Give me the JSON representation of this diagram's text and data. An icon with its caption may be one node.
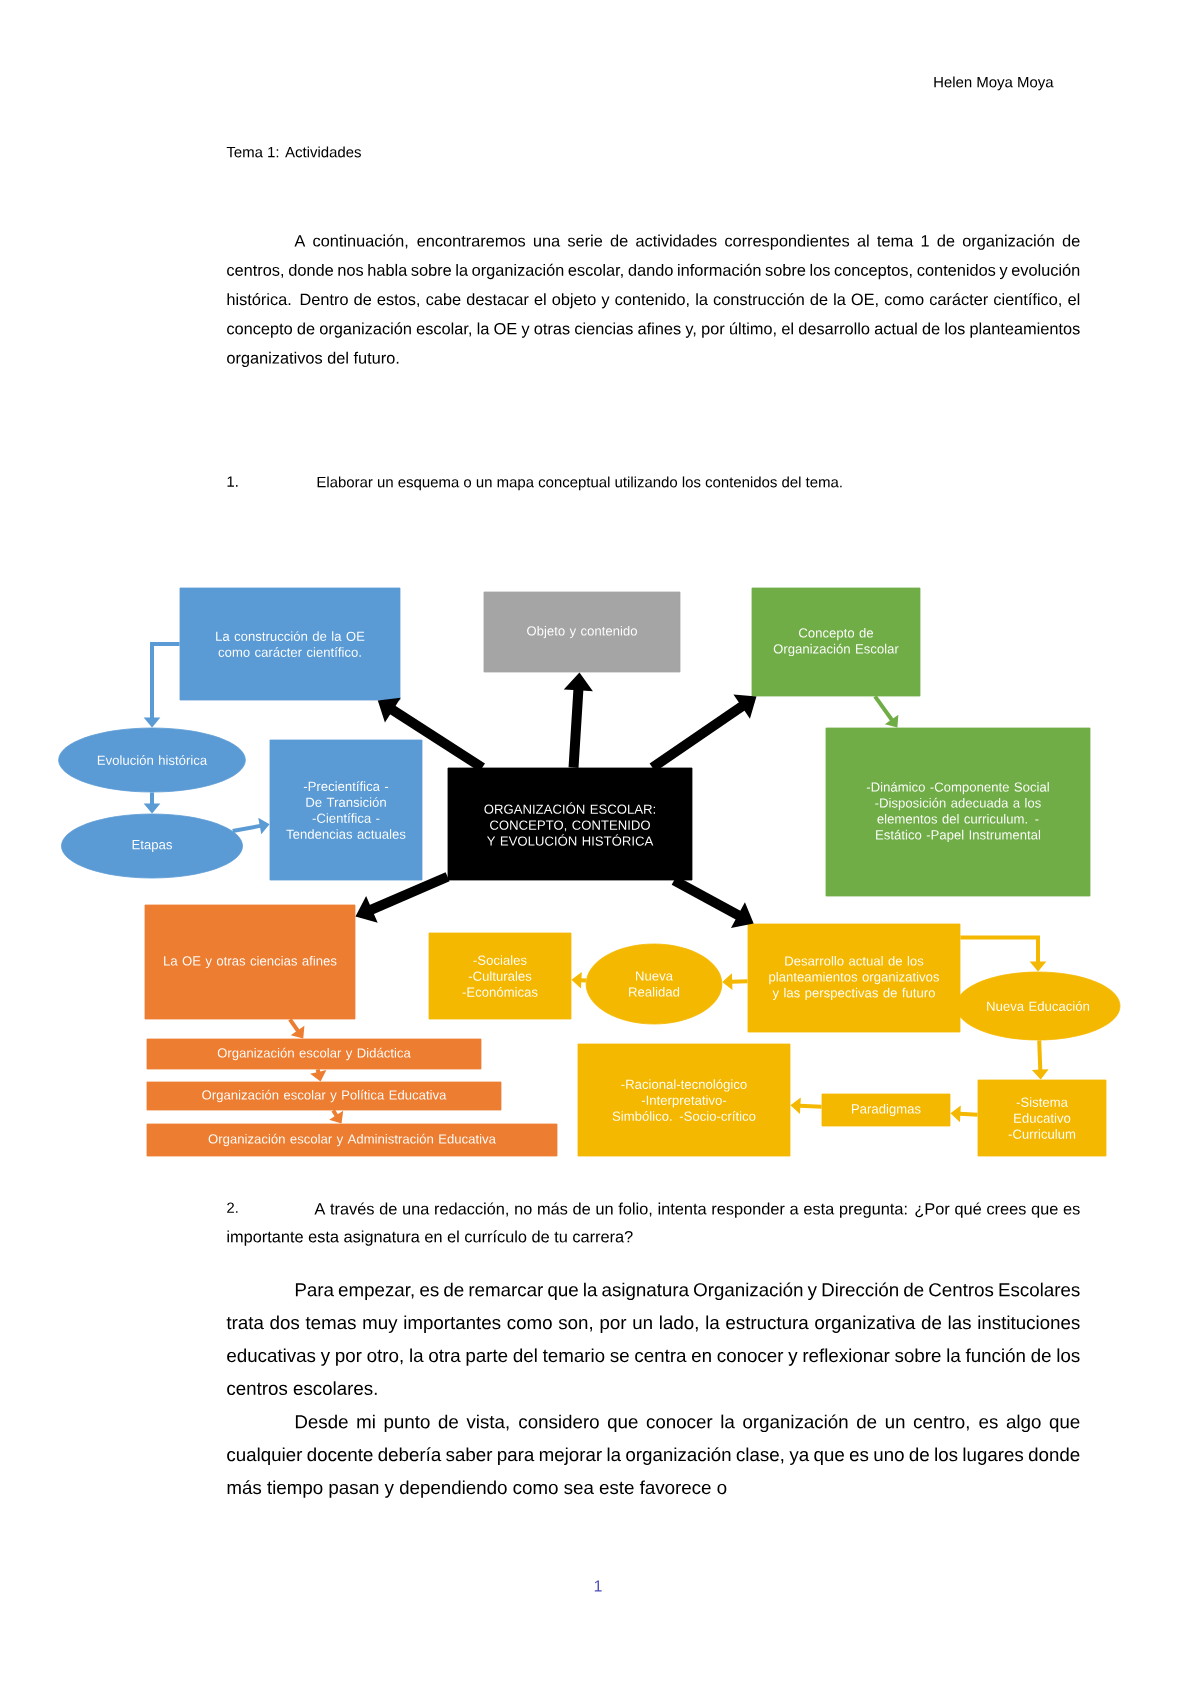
{
  "diagram": {
    "nodes": [
      {
        "text": [
          "ORGANIZACIÓN ESCOLAR: CONCEPTO, CONTENIDO Y EVOLUCIÓN HISTÓRICA"
        ]
      },
      {
        "text": [
          "La construcción de la OE como carácter científico."
        ]
      },
      {
        "text": [
          "Evolución histórica"
        ]
      },
      {
        "text": [
          "Etapas"
        ]
      },
      {
        "text": [
          "-Precientífica -De Transición -Científica -Tendencias actuales"
        ]
      },
      {
        "text": [
          "Objeto y contenido"
        ]
      },
      {
        "text": [
          "Concepto de Organización Escolar"
        ]
      },
      {
        "text": [
          "-Dinámico -Componente Social -Disposición adecuada a los elementos del curriculum. -Estático -Papel Instrumental"
        ]
      },
      {
        "text": [
          "La OE y otras ciencias afines"
        ]
      },
      {
        "text": [
          "Organización escolar y Didáctica"
        ]
      },
      {
        "text": [
          "Organización escolar y Política Educativa"
        ]
      },
      {
        "text": [
          "Organización escolar y Administración Educativa"
        ]
      },
      {
        "text": [
          "-Sociales -Culturales -Económicas"
        ]
      },
      {
        "text": [
          "Nueva Realidad"
        ]
      },
      {
        "text": [
          "Desarrollo actual de los planteamientos organizativos y las perspectivas de futuro"
        ]
      },
      {
        "text": [
          "Nueva Educación"
        ]
      },
      {
        "text": [
          "-Sistema Educativo -Curriculum"
        ]
      },
      {
        "text": [
          "Paradigmas"
        ]
      },
      {
        "text": [
          "-Racional-tecnológico -Interpretativo-Simbólico. -Socio-crítico"
        ]
      }
    ],
    "edges": [
      {
        "from": 0,
        "to": 1,
        "arrow": "to",
        "style": "thick",
        "color": "#000000"
      },
      {
        "from": 0,
        "to": 5,
        "arrow": "to",
        "style": "thick",
        "color": "#000000"
      },
      {
        "from": 0,
        "to": 6,
        "arrow": "to",
        "style": "thick",
        "color": "#000000"
      },
      {
        "from": 0,
        "to": 8,
        "arrow": "to",
        "style": "thick",
        "color": "#000000"
      },
      {
        "from": 0,
        "to": 14,
        "arrow": "to",
        "style": "thick",
        "color": "#000000"
      },
      {
        "from": 1,
        "to": 2,
        "arrow": "to",
        "color": "#5b9bd5"
      },
      {
        "from": 2,
        "to": 3,
        "arrow": "to",
        "color": "#5b9bd5"
      },
      {
        "from": 3,
        "to": 4,
        "arrow": "to",
        "color": "#5b9bd5"
      },
      {
        "from": 6,
        "to": 7,
        "arrow": "to",
        "color": "#70ad47"
      },
      {
        "from": 8,
        "to": 9,
        "arrow": "to",
        "color": "#ed7d31"
      },
      {
        "from": 9,
        "to": 10,
        "arrow": "to",
        "color": "#ed7d31"
      },
      {
        "from": 10,
        "to": 11,
        "arrow": "to",
        "color": "#ed7d31"
      },
      {
        "from": 14,
        "to": 13,
        "arrow": "to",
        "color": "#f5b800"
      },
      {
        "from": 13,
        "to": 12,
        "arrow": "to",
        "color": "#f5b800"
      },
      {
        "from": 14,
        "to": 15,
        "arrow": "to",
        "color": "#f5b800"
      },
      {
        "from": 15,
        "to": 16,
        "arrow": "to",
        "color": "#f5b800"
      },
      {
        "from": 16,
        "to": 17,
        "arrow": "to",
        "color": "#f5b800"
      },
      {
        "from": 17,
        "to": 18,
        "arrow": "to",
        "color": "#f5b800"
      }
    ],
    "labels": [
      "Helen Moya Moya",
      "Tema 1: Actividades",
      "A continuación, encontraremos una serie de actividades correspondientes al tema 1 de organización de centros, donde nos habla sobre la organización escolar, dando información sobre los conceptos, contenidos y evolución histórica. Dentro de estos, cabe destacar el objeto y contenido, la construcción de la OE, como carácter científico, el concepto de organización escolar, la OE y otras ciencias afines y, por último, el desarrollo actual de los planteamientos organizativos del futuro.",
      "1.",
      "Elaborar un esquema o un mapa conceptual utilizando los contenidos del tema.",
      "2.",
      "A través de una redacción, no más de un folio, intenta responder a esta pregunta: ¿Por qué crees que es importante esta asignatura en el currículo de tu carrera?",
      "Para empezar, es de remarcar que la asignatura Organización y Dirección de Centros Escolares trata dos temas muy importantes como son, por un lado, la estructura organizativa de las instituciones educativas y por otro, la otra parte del temario se centra en conocer y reflexionar sobre la función de los centros escolares.",
      "Desde mi punto de vista, considero que conocer la organización de un centro, es algo que cualquier docente debería saber para mejorar la organización clase, ya que es uno de los lugares donde más tiempo pasan y dependiendo como sea este favorece o",
      "1"
    ]
  }
}
